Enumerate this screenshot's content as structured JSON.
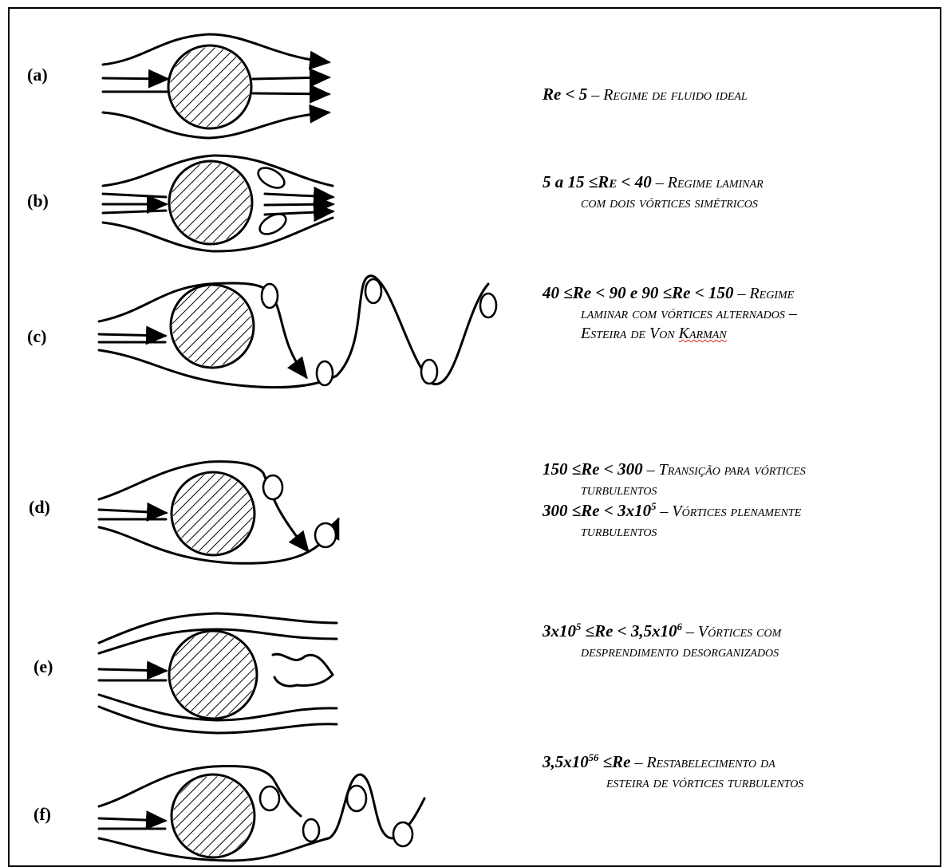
{
  "rows": [
    {
      "label": "(a)",
      "parts": [
        {
          "t": "Re",
          "b": true
        },
        {
          "t": " < ",
          "b": true
        },
        {
          "t": "5",
          "b": true
        },
        {
          "t": " – "
        },
        {
          "t": "Regime de fluido ideal",
          "sc": true
        }
      ],
      "sub": []
    },
    {
      "label": "(b)",
      "parts": [
        {
          "t": "5 a 15 ≤",
          "b": true
        },
        {
          "t": "Re",
          "b": true,
          "sc": true
        },
        {
          "t": " < 40",
          "b": true
        },
        {
          "t": " – "
        },
        {
          "t": "Regime laminar",
          "sc": true
        }
      ],
      "sub": [
        "com dois vórtices simétricos"
      ]
    },
    {
      "label": "(c)",
      "parts": [
        {
          "t": "40 ≤Re < 90 e 90 ≤Re < 150",
          "b": true
        },
        {
          "t": " – "
        },
        {
          "t": "Regime",
          "sc": true
        }
      ],
      "sub": [
        "laminar com vórtices alternados –",
        "Esteira de Von Karman"
      ]
    },
    {
      "label": "(d)",
      "parts": [
        {
          "t": "150 ≤Re < 300",
          "b": true
        },
        {
          "t": " – "
        },
        {
          "t": "Transição para vórtices",
          "sc": true
        }
      ],
      "sub": [
        "turbulentos"
      ],
      "extra": {
        "parts_a": "300 ≤Re < 3x10",
        "sup_a": "5",
        "rest": "Vórtices plenamente",
        "sub": "turbulentos"
      }
    },
    {
      "label": "(e)",
      "parts_html": {
        "a": "3x10",
        "sup_a": "5",
        "b": " ≤Re < 3,5x10",
        "sup_b": "6",
        "rest": "Vórtices com"
      },
      "sub": [
        "desprendimento desorganizados"
      ]
    },
    {
      "label": "(f)",
      "parts_html": {
        "a": "3,5x10",
        "sup_a": "56",
        "b": " ≤Re",
        "sup_b": "",
        "rest": "Restabelecimento da"
      },
      "sub": [
        "esteira de vórtices turbulentos"
      ]
    }
  ]
}
